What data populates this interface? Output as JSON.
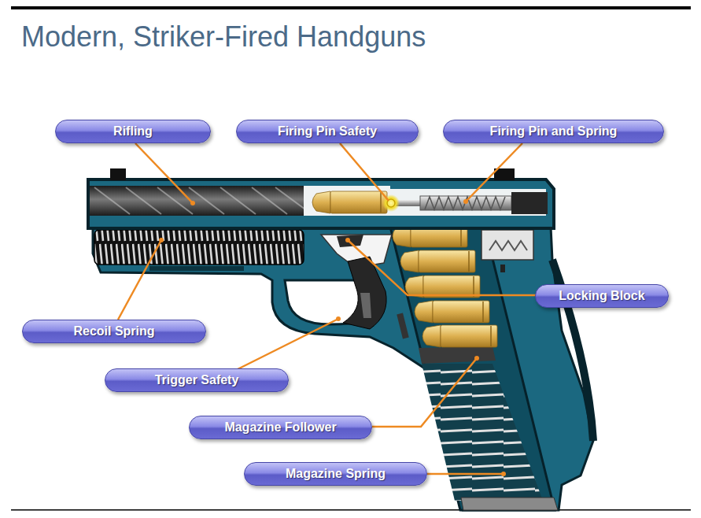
{
  "diagram": {
    "title": "Modern, Striker-Fired Handguns",
    "nodes": [
      {
        "text": [
          "Rifling"
        ]
      },
      {
        "text": [
          "Firing Pin Safety"
        ]
      },
      {
        "text": [
          "Firing Pin and Spring"
        ]
      },
      {
        "text": [
          "Locking Block"
        ]
      },
      {
        "text": [
          "Recoil Spring"
        ]
      },
      {
        "text": [
          "Trigger Safety"
        ]
      },
      {
        "text": [
          "Magazine Follower"
        ]
      },
      {
        "text": [
          "Magazine Spring"
        ]
      }
    ]
  }
}
